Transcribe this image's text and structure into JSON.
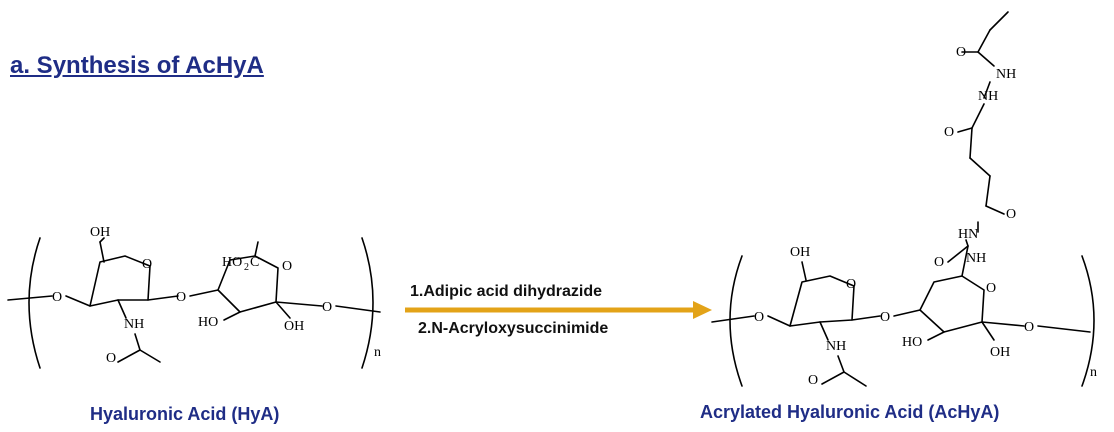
{
  "title": "a. Synthesis of AcHyA",
  "reagents": {
    "step1": "1.Adipic acid dihydrazide",
    "step2": "2.N-Acryloxysuccinimide"
  },
  "reactant": {
    "name": "Hyaluronic Acid (HyA)",
    "atoms": {
      "oh1": "OH",
      "o_ring1": "O",
      "o_link1": "O",
      "nh": "NH",
      "o_carbonyl": "O",
      "o_glyco": "O",
      "ho2c": "HO",
      "ho2c_sub": "2",
      "ho2c_c": "C",
      "o_ring2": "O",
      "ho": "HO",
      "oh2": "OH",
      "o_link2": "O",
      "n": "n"
    }
  },
  "product": {
    "name": "Acrylated Hyaluronic Acid (AcHyA)",
    "atoms": {
      "o_acryl": "O",
      "nh_top": "NH",
      "nh_top2": "NH",
      "o_adip1": "O",
      "o_adip2": "O",
      "hn": "HN",
      "nh_low": "NH",
      "o_amide": "O",
      "oh1": "OH",
      "o_ring1": "O",
      "o_link1": "O",
      "nh": "NH",
      "o_carbonyl": "O",
      "o_glyco": "O",
      "o_ring2": "O",
      "ho": "HO",
      "oh2": "OH",
      "o_link2": "O",
      "n": "n"
    }
  },
  "colors": {
    "title": "#1f2d86",
    "names": "#1f2d86",
    "arrow": "#e3a318"
  }
}
